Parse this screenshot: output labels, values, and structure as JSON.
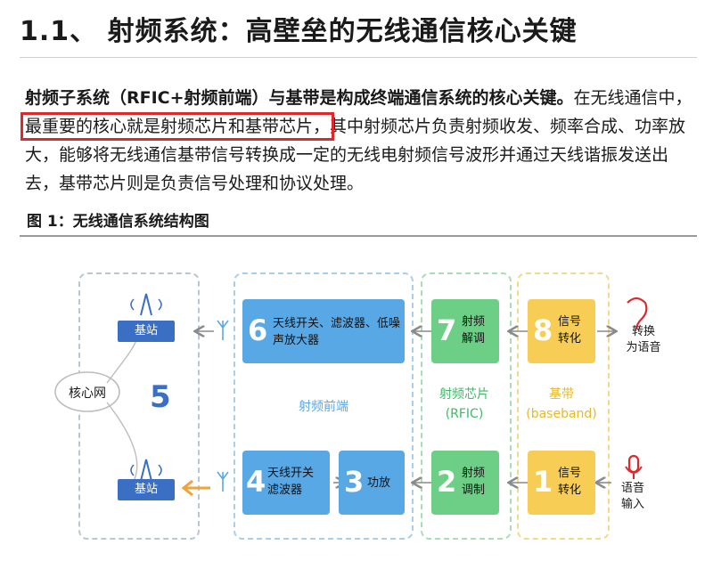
{
  "heading": "1.1、 射频系统：高壁垒的无线通信核心关键",
  "paragraph": {
    "bold": "射频子系统（RFIC+射频前端）与基带是构成终端通信系统的核心关键。",
    "part1": "在无线通信中，",
    "highlight": "最重要的核心就是射频芯片和基带芯片，",
    "part2": "其中射频芯片负责射频收发、频率合成、功率放大，能够将无线通信基带信号转换成一定的无线电射频信号波形并通过天线谐振发送出去，基带芯片则是负责信号处理和协议处理。"
  },
  "figure": {
    "caption": "图 1：无线通信系统结构图",
    "base_station_top": "基站",
    "base_station_bottom": "基站",
    "core_network": "核心网",
    "num5": "5",
    "blocks": {
      "b6": {
        "num": "6",
        "text": "天线开关、滤波器、低噪声放大器"
      },
      "b7": {
        "num": "7",
        "line1": "射频",
        "line2": "解调"
      },
      "b8": {
        "num": "8",
        "line1": "信号",
        "line2": "转化"
      },
      "b4": {
        "num": "4",
        "line1": "天线开关",
        "line2": "滤波器"
      },
      "b3": {
        "num": "3",
        "text": "功放"
      },
      "b2": {
        "num": "2",
        "line1": "射频",
        "line2": "调制"
      },
      "b1": {
        "num": "1",
        "line1": "信号",
        "line2": "转化"
      }
    },
    "rf_front_end": "射频前端",
    "rfic_line1": "射频芯片",
    "rfic_line2": "(RFIC)",
    "baseband_line1": "基带",
    "baseband_line2": "(baseband)",
    "convert_voice_1": "转换",
    "convert_voice_2": "为语音",
    "voice_input_1": "语音",
    "voice_input_2": "输入"
  },
  "colors": {
    "highlight_box": "#e0282b",
    "rf_blue": "#59a8e6",
    "rfic_green": "#6ccf85",
    "baseband_yellow": "#f7cd55",
    "station_blue": "#3a6fc4"
  }
}
